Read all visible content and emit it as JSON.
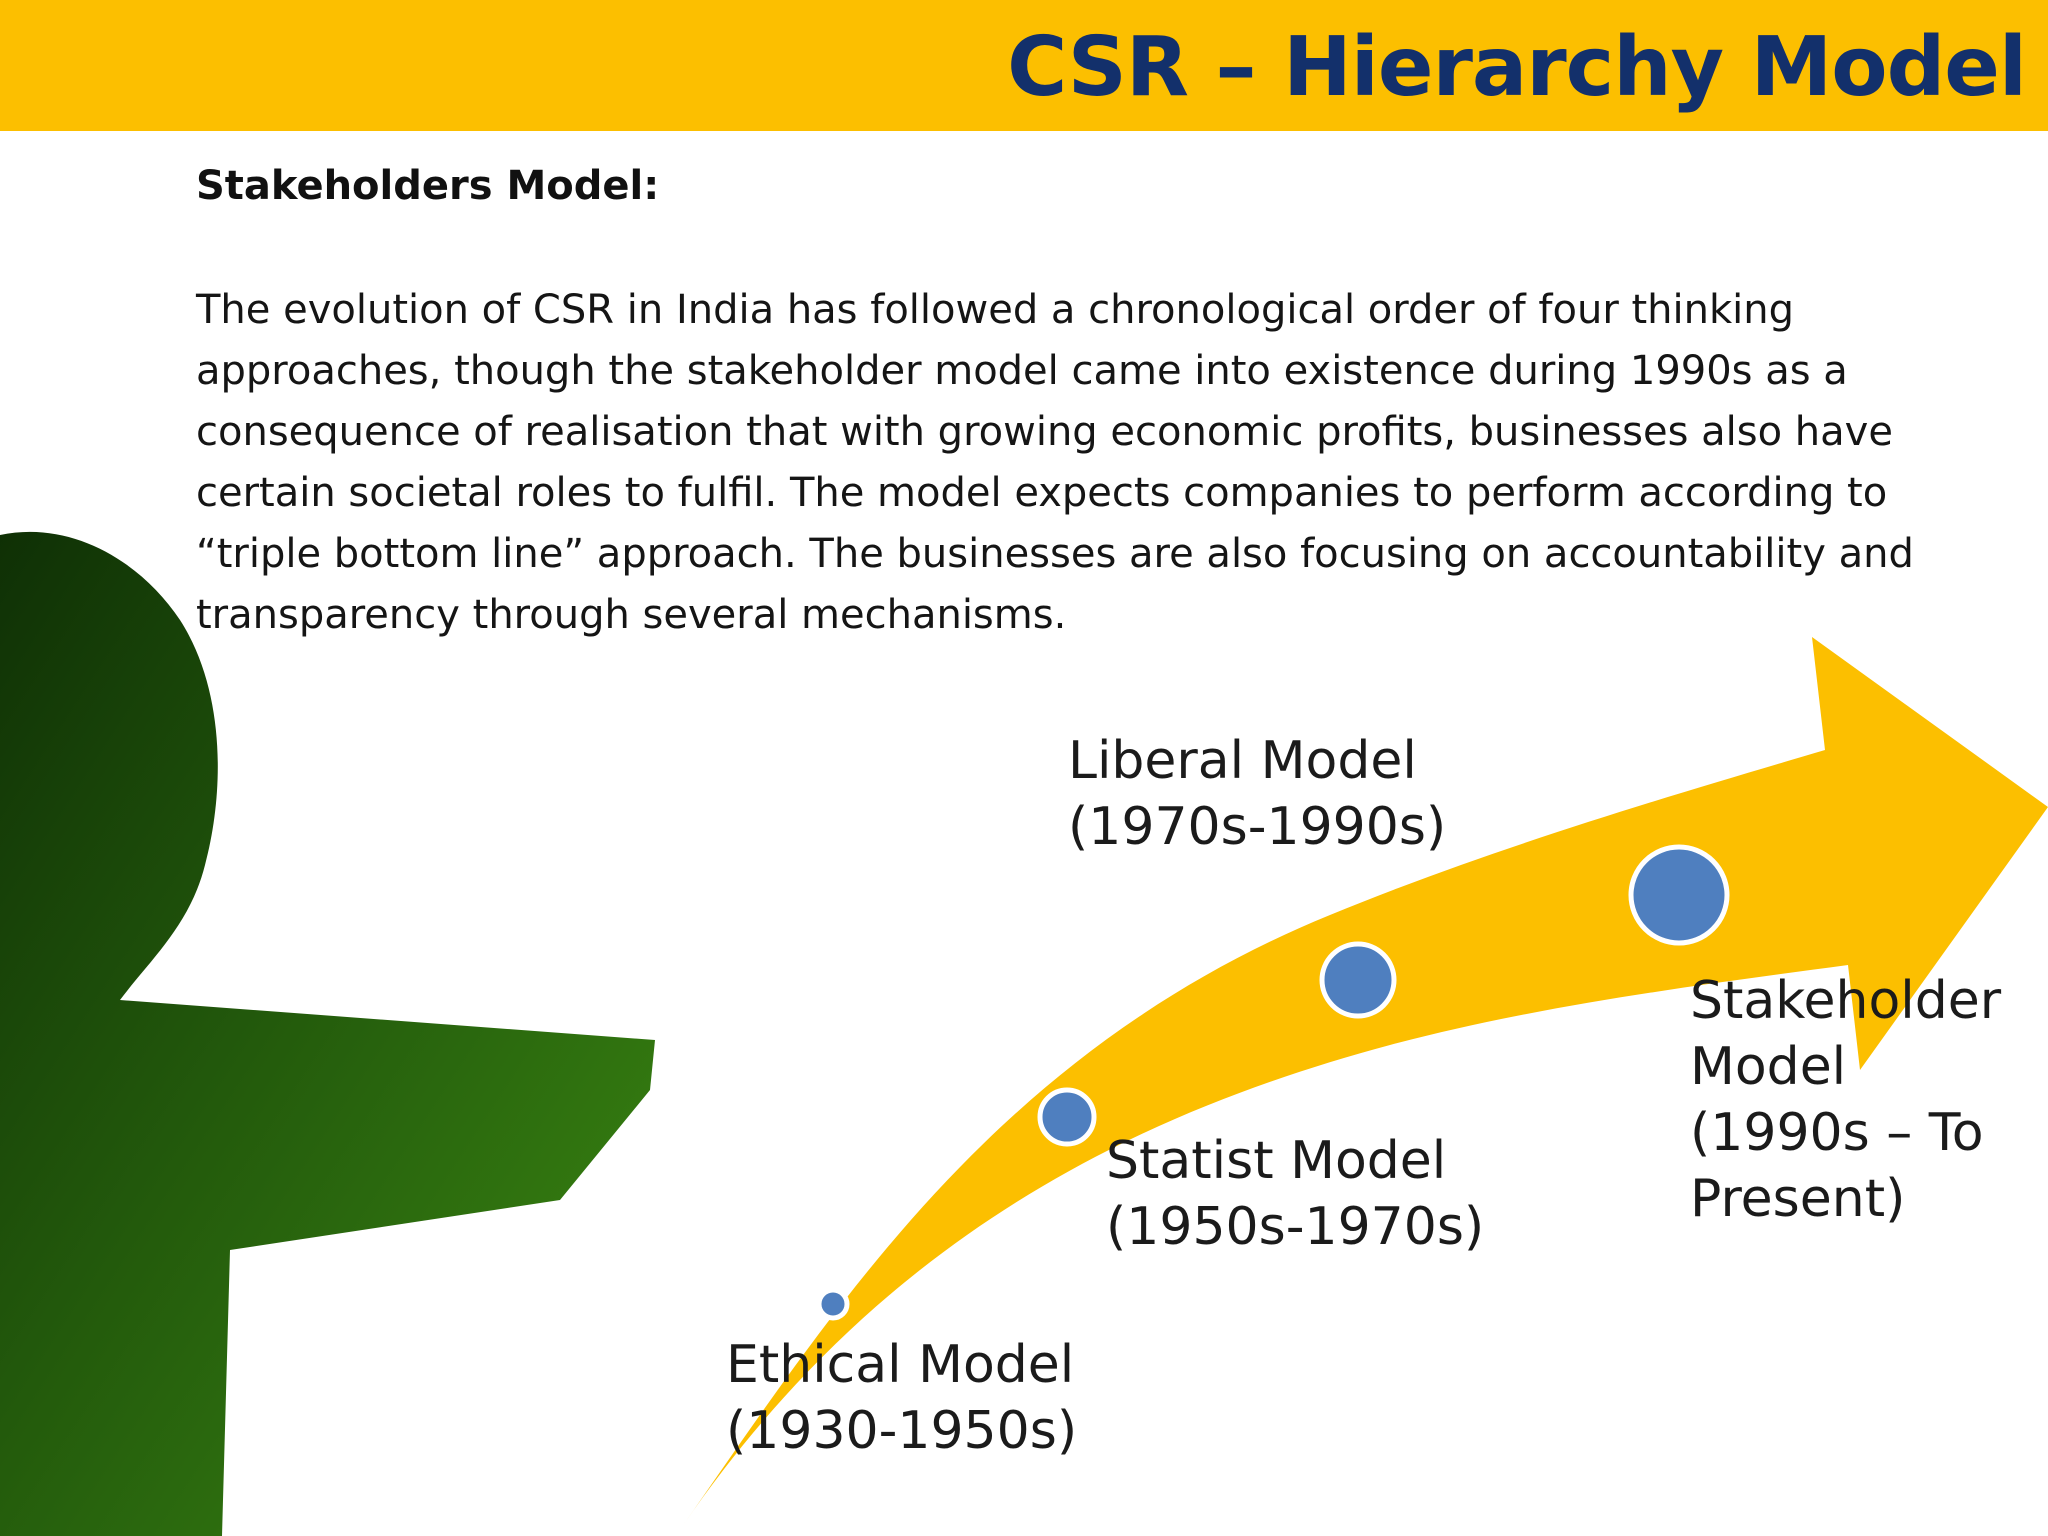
{
  "header": {
    "title": "CSR – Hierarchy Model"
  },
  "content": {
    "heading": "Stakeholders Model:",
    "paragraph_lines": [
      "The evolution of CSR in India has followed a chronological order of four thinking",
      "approaches, though the stakeholder model came into existence during 1990s as a",
      "consequence of realisation that with growing economic profits, businesses also have",
      "certain societal roles to fulfil. The model expects companies to perform according to",
      "“triple bottom line” approach. The businesses are also focusing on accountability and",
      "transparency through several mechanisms."
    ]
  },
  "diagram": {
    "arrow_color": "#fcbf00",
    "dot_color": "#4f7fbf",
    "stages": [
      {
        "name": "Ethical Model",
        "period": "(1930-1950s)"
      },
      {
        "name": "Statist Model",
        "period": "(1950s-1970s)"
      },
      {
        "name": "Liberal Model",
        "period": "(1970s-1990s)"
      },
      {
        "name": "Stakeholder",
        "name_line2": "Model",
        "period": "(1990s – To",
        "period_line2": "Present)"
      }
    ]
  },
  "decoration": {
    "figure_color": "#2e6a10"
  }
}
